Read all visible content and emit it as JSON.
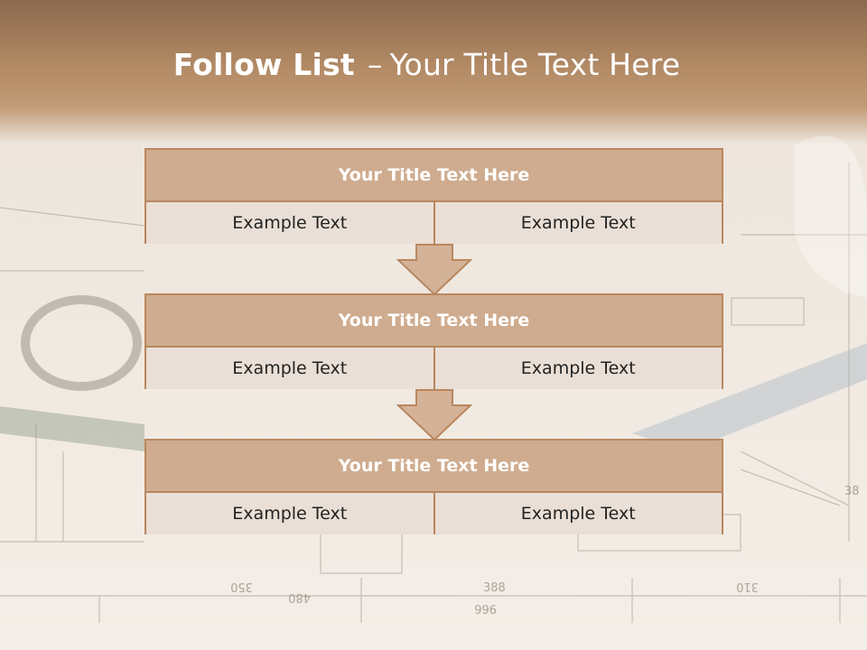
{
  "slide": {
    "title_bold": "Follow List",
    "title_dash": "–",
    "title_rest": "Your Title Text Here"
  },
  "steps": [
    {
      "title": "Your Title Text Here",
      "left": "Example Text",
      "right": "Example Text"
    },
    {
      "title": "Your Title Text Here",
      "left": "Example Text",
      "right": "Example Text"
    },
    {
      "title": "Your Title Text Here",
      "left": "Example Text",
      "right": "Example Text"
    }
  ],
  "colors": {
    "header_brown": "#b08863",
    "box_border": "#b9875f",
    "box_head": "#cfac8f",
    "box_cell": "#eadfd6",
    "arrow_fill": "#d4b297"
  },
  "background_image": {
    "description": "faded architectural blueprint with compass and ruler",
    "scale_labels": [
      "350",
      "480",
      "388",
      "310",
      "966",
      "38"
    ]
  }
}
